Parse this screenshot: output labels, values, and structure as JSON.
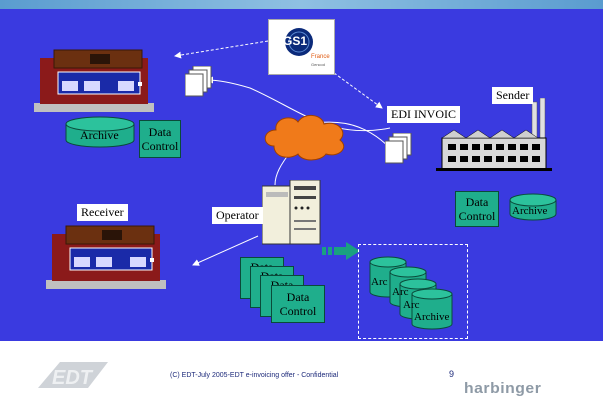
{
  "logo": {
    "mark": "GS1",
    "country": "France",
    "sub": "Gencod"
  },
  "labels": {
    "edi": "EDI INVOIC",
    "sender": "Sender",
    "receiver": "Receiver",
    "operator": "Operator"
  },
  "boxes": {
    "top_archive": "Archive",
    "top_data_control": [
      "Data",
      "Control"
    ],
    "sender_data_control": [
      "Data",
      "Control"
    ],
    "sender_archive": "Archive",
    "stack_back": "Data",
    "stack_front": [
      "Data",
      "Control"
    ],
    "cylinders": [
      "Arc",
      "Arc",
      "Arc",
      "Archive"
    ]
  },
  "footer": {
    "copyright": "(C) EDT-July 2005-EDT e-invoicing offer - Confidential",
    "page": "9",
    "brand": "harbinger",
    "edt_logo": "EDT"
  },
  "colors": {
    "background": "#3a3ae0",
    "box_fill": "#1fae8c",
    "building_brick": "#8b1a1a",
    "cloud": "#f07a1a"
  }
}
